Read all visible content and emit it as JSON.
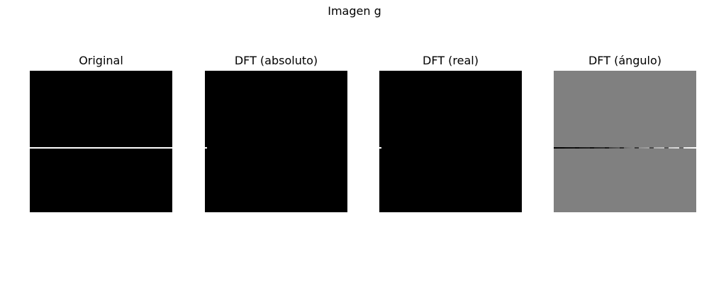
{
  "figure": {
    "title": "Imagen g"
  },
  "panels": [
    {
      "title": "Original",
      "background": "#000000",
      "line_color": "#ffffff"
    },
    {
      "title": "DFT (absoluto)",
      "background": "#000000",
      "line_color": "#ffffff"
    },
    {
      "title": "DFT (real)",
      "background": "#000000",
      "line_color": "#ffffff"
    },
    {
      "title": "DFT (ángulo)",
      "background": "#808080",
      "line_color": "#ffffff"
    }
  ]
}
